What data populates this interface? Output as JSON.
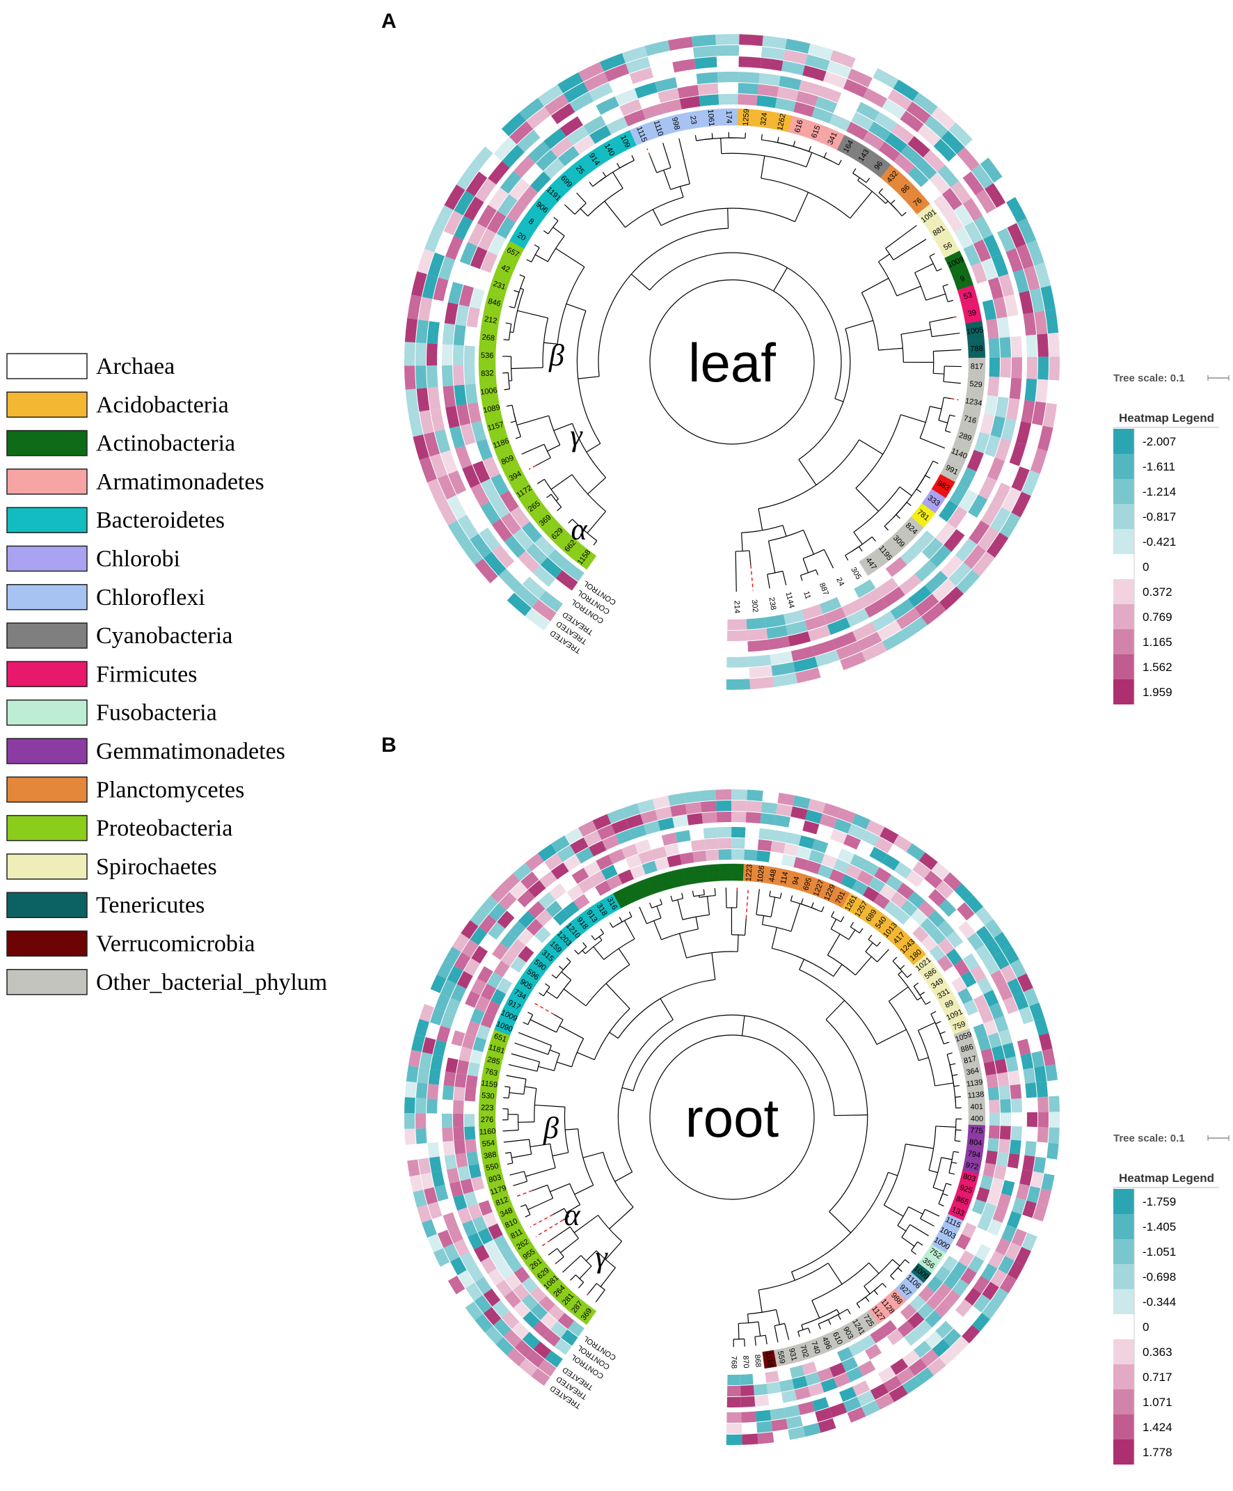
{
  "phylum_legend": [
    {
      "label": "Archaea",
      "color": "#ffffff"
    },
    {
      "label": "Acidobacteria",
      "color": "#f3b732"
    },
    {
      "label": "Actinobacteria",
      "color": "#0e6b17"
    },
    {
      "label": "Armatimonadetes",
      "color": "#f6a4a4"
    },
    {
      "label": "Bacteroidetes",
      "color": "#12bcc1"
    },
    {
      "label": "Chlorobi",
      "color": "#a9a3f2"
    },
    {
      "label": "Chloroflexi",
      "color": "#a7c3f2"
    },
    {
      "label": "Cyanobacteria",
      "color": "#7f7f7f"
    },
    {
      "label": "Firmicutes",
      "color": "#e8186d"
    },
    {
      "label": "Fusobacteria",
      "color": "#bdeed3"
    },
    {
      "label": "Gemmatimonadetes",
      "color": "#8c3ba3"
    },
    {
      "label": "Planctomycetes",
      "color": "#e5873a"
    },
    {
      "label": "Proteobacteria",
      "color": "#8acd1a"
    },
    {
      "label": "Spirochaetes",
      "color": "#efeeb9"
    },
    {
      "label": "Tenericutes",
      "color": "#0c6262"
    },
    {
      "label": "Verrucomicrobia",
      "color": "#6d0303"
    },
    {
      "label": "Other_bacterial_phylum",
      "color": "#c4c4be"
    }
  ],
  "panels": [
    {
      "letter": "A",
      "center_word": "leaf",
      "greek": [
        "β",
        "γ",
        "α"
      ],
      "ring_labels": [
        "TREATED",
        "TREATED",
        "TREATED",
        "CONTROL",
        "CONTROL",
        "CONTROL"
      ],
      "tree_scale": "Tree scale: 0.1",
      "heatmap_legend": {
        "title": "Heatmap Legend",
        "values": [
          "-2.007",
          "-1.611",
          "-1.214",
          "-0.817",
          "-0.421",
          "0",
          "0.372",
          "0.769",
          "1.165",
          "1.562",
          "1.959"
        ]
      },
      "tips": [
        {
          "label": "1158",
          "phylum": "Proteobacteria"
        },
        {
          "label": "662",
          "phylum": "Proteobacteria"
        },
        {
          "label": "629",
          "phylum": "Proteobacteria"
        },
        {
          "label": "369",
          "phylum": "Proteobacteria"
        },
        {
          "label": "265",
          "phylum": "Proteobacteria"
        },
        {
          "label": "1172",
          "phylum": "Proteobacteria"
        },
        {
          "label": "394",
          "phylum": "Proteobacteria"
        },
        {
          "label": "809",
          "phylum": "Proteobacteria"
        },
        {
          "label": "1186",
          "phylum": "Proteobacteria"
        },
        {
          "label": "1157",
          "phylum": "Proteobacteria"
        },
        {
          "label": "1089",
          "phylum": "Proteobacteria"
        },
        {
          "label": "1006",
          "phylum": "Proteobacteria"
        },
        {
          "label": "832",
          "phylum": "Proteobacteria"
        },
        {
          "label": "536",
          "phylum": "Proteobacteria"
        },
        {
          "label": "268",
          "phylum": "Proteobacteria"
        },
        {
          "label": "212",
          "phylum": "Proteobacteria"
        },
        {
          "label": "846",
          "phylum": "Proteobacteria"
        },
        {
          "label": "231",
          "phylum": "Proteobacteria"
        },
        {
          "label": "42",
          "phylum": "Proteobacteria"
        },
        {
          "label": "657",
          "phylum": "Proteobacteria"
        },
        {
          "label": "20",
          "phylum": "Bacteroidetes"
        },
        {
          "label": "8",
          "phylum": "Bacteroidetes"
        },
        {
          "label": "906",
          "phylum": "Bacteroidetes"
        },
        {
          "label": "1191",
          "phylum": "Bacteroidetes"
        },
        {
          "label": "699",
          "phylum": "Bacteroidetes"
        },
        {
          "label": "25",
          "phylum": "Bacteroidetes"
        },
        {
          "label": "914",
          "phylum": "Bacteroidetes"
        },
        {
          "label": "140",
          "phylum": "Bacteroidetes"
        },
        {
          "label": "109",
          "phylum": "Bacteroidetes"
        },
        {
          "label": "1115",
          "phylum": "Chloroflexi"
        },
        {
          "label": "1110",
          "phylum": "Chloroflexi"
        },
        {
          "label": "998",
          "phylum": "Chloroflexi"
        },
        {
          "label": "23",
          "phylum": "Chloroflexi"
        },
        {
          "label": "1061",
          "phylum": "Chloroflexi"
        },
        {
          "label": "174",
          "phylum": "Chloroflexi"
        },
        {
          "label": "1259",
          "phylum": "Acidobacteria"
        },
        {
          "label": "324",
          "phylum": "Acidobacteria"
        },
        {
          "label": "1262",
          "phylum": "Acidobacteria"
        },
        {
          "label": "616",
          "phylum": "Armatimonadetes"
        },
        {
          "label": "615",
          "phylum": "Armatimonadetes"
        },
        {
          "label": "341",
          "phylum": "Armatimonadetes"
        },
        {
          "label": "164",
          "phylum": "Cyanobacteria"
        },
        {
          "label": "143",
          "phylum": "Cyanobacteria"
        },
        {
          "label": "96",
          "phylum": "Cyanobacteria"
        },
        {
          "label": "432",
          "phylum": "Planctomycetes"
        },
        {
          "label": "86",
          "phylum": "Planctomycetes"
        },
        {
          "label": "76",
          "phylum": "Planctomycetes"
        },
        {
          "label": "1091",
          "phylum": "Spirochaetes"
        },
        {
          "label": "881",
          "phylum": "Spirochaetes"
        },
        {
          "label": "56",
          "phylum": "Spirochaetes"
        },
        {
          "label": "1009",
          "phylum": "Actinobacteria"
        },
        {
          "label": "9",
          "phylum": "Actinobacteria"
        },
        {
          "label": "53",
          "phylum": "Firmicutes"
        },
        {
          "label": "39",
          "phylum": "Firmicutes"
        },
        {
          "label": "1005",
          "phylum": "Tenericutes"
        },
        {
          "label": "788",
          "phylum": "Tenericutes"
        },
        {
          "label": "817",
          "phylum": "Other_bacterial_phylum"
        },
        {
          "label": "529",
          "phylum": "Other_bacterial_phylum"
        },
        {
          "label": "1234",
          "phylum": "Other_bacterial_phylum"
        },
        {
          "label": "716",
          "phylum": "Other_bacterial_phylum"
        },
        {
          "label": "289",
          "phylum": "Other_bacterial_phylum"
        },
        {
          "label": "1140",
          "phylum": "Other_bacterial_phylum"
        },
        {
          "label": "991",
          "phylum": "Other_bacterial_phylum"
        },
        {
          "label": "983",
          "phylum": "Red"
        },
        {
          "label": "333",
          "phylum": "Chlorobi"
        },
        {
          "label": "781",
          "phylum": "Yellow"
        },
        {
          "label": "824",
          "phylum": "Other_bacterial_phylum"
        },
        {
          "label": "309",
          "phylum": "Other_bacterial_phylum"
        },
        {
          "label": "1195",
          "phylum": "Other_bacterial_phylum"
        },
        {
          "label": "447",
          "phylum": "Other_bacterial_phylum"
        },
        {
          "label": "305",
          "phylum": "Archaea"
        },
        {
          "label": "24",
          "phylum": "Archaea"
        },
        {
          "label": "887",
          "phylum": "Archaea"
        },
        {
          "label": "11",
          "phylum": "Archaea"
        },
        {
          "label": "1144",
          "phylum": "Archaea"
        },
        {
          "label": "238",
          "phylum": "Archaea"
        },
        {
          "label": "302",
          "phylum": "Archaea"
        },
        {
          "label": "214",
          "phylum": "Archaea"
        }
      ]
    },
    {
      "letter": "B",
      "center_word": "root",
      "greek": [
        "β",
        "α",
        "γ"
      ],
      "ring_labels": [
        "TREATED",
        "TREATED",
        "TREATED",
        "CONTROL",
        "CONTROL",
        "CONTROL"
      ],
      "tree_scale": "Tree scale: 0.1",
      "heatmap_legend": {
        "title": "Heatmap Legend",
        "values": [
          "-1.759",
          "-1.405",
          "-1.051",
          "-0.698",
          "-0.344",
          "0",
          "0.363",
          "0.717",
          "1.071",
          "1.424",
          "1.778"
        ]
      },
      "tips": [
        {
          "label": "369",
          "phylum": "Proteobacteria"
        },
        {
          "label": "287",
          "phylum": "Proteobacteria"
        },
        {
          "label": "281",
          "phylum": "Proteobacteria"
        },
        {
          "label": "264",
          "phylum": "Proteobacteria"
        },
        {
          "label": "1081",
          "phylum": "Proteobacteria"
        },
        {
          "label": "629",
          "phylum": "Proteobacteria"
        },
        {
          "label": "261",
          "phylum": "Proteobacteria"
        },
        {
          "label": "955",
          "phylum": "Proteobacteria"
        },
        {
          "label": "262",
          "phylum": "Proteobacteria"
        },
        {
          "label": "811",
          "phylum": "Proteobacteria"
        },
        {
          "label": "810",
          "phylum": "Proteobacteria"
        },
        {
          "label": "348",
          "phylum": "Proteobacteria"
        },
        {
          "label": "812",
          "phylum": "Proteobacteria"
        },
        {
          "label": "1179",
          "phylum": "Proteobacteria"
        },
        {
          "label": "803",
          "phylum": "Proteobacteria"
        },
        {
          "label": "550",
          "phylum": "Proteobacteria"
        },
        {
          "label": "388",
          "phylum": "Proteobacteria"
        },
        {
          "label": "554",
          "phylum": "Proteobacteria"
        },
        {
          "label": "1160",
          "phylum": "Proteobacteria"
        },
        {
          "label": "276",
          "phylum": "Proteobacteria"
        },
        {
          "label": "223",
          "phylum": "Proteobacteria"
        },
        {
          "label": "530",
          "phylum": "Proteobacteria"
        },
        {
          "label": "1159",
          "phylum": "Proteobacteria"
        },
        {
          "label": "763",
          "phylum": "Proteobacteria"
        },
        {
          "label": "285",
          "phylum": "Proteobacteria"
        },
        {
          "label": "1181",
          "phylum": "Proteobacteria"
        },
        {
          "label": "651",
          "phylum": "Proteobacteria"
        },
        {
          "label": "1090",
          "phylum": "Bacteroidetes"
        },
        {
          "label": "1009",
          "phylum": "Bacteroidetes"
        },
        {
          "label": "917",
          "phylum": "Bacteroidetes"
        },
        {
          "label": "734",
          "phylum": "Bacteroidetes"
        },
        {
          "label": "905",
          "phylum": "Bacteroidetes"
        },
        {
          "label": "596",
          "phylum": "Bacteroidetes"
        },
        {
          "label": "590",
          "phylum": "Bacteroidetes"
        },
        {
          "label": "315",
          "phylum": "Bacteroidetes"
        },
        {
          "label": "159",
          "phylum": "Bacteroidetes"
        },
        {
          "label": "1203",
          "phylum": "Bacteroidetes"
        },
        {
          "label": "1210",
          "phylum": "Bacteroidetes"
        },
        {
          "label": "918",
          "phylum": "Bacteroidetes"
        },
        {
          "label": "913",
          "phylum": "Bacteroidetes"
        },
        {
          "label": "318",
          "phylum": "Bacteroidetes"
        },
        {
          "label": "316",
          "phylum": "Bacteroidetes"
        },
        {
          "label": "",
          "phylum": "Actinobacteria"
        },
        {
          "label": "",
          "phylum": "Actinobacteria"
        },
        {
          "label": "",
          "phylum": "Actinobacteria"
        },
        {
          "label": "",
          "phylum": "Actinobacteria"
        },
        {
          "label": "",
          "phylum": "Actinobacteria"
        },
        {
          "label": "",
          "phylum": "Actinobacteria"
        },
        {
          "label": "",
          "phylum": "Actinobacteria"
        },
        {
          "label": "",
          "phylum": "Actinobacteria"
        },
        {
          "label": "",
          "phylum": "Actinobacteria"
        },
        {
          "label": "",
          "phylum": "Actinobacteria"
        },
        {
          "label": "",
          "phylum": "Actinobacteria"
        },
        {
          "label": "1223",
          "phylum": "Planctomycetes"
        },
        {
          "label": "1026",
          "phylum": "Planctomycetes"
        },
        {
          "label": "448",
          "phylum": "Planctomycetes"
        },
        {
          "label": "114",
          "phylum": "Planctomycetes"
        },
        {
          "label": "94",
          "phylum": "Planctomycetes"
        },
        {
          "label": "695",
          "phylum": "Planctomycetes"
        },
        {
          "label": "1227",
          "phylum": "Planctomycetes"
        },
        {
          "label": "1229",
          "phylum": "Planctomycetes"
        },
        {
          "label": "701",
          "phylum": "Planctomycetes"
        },
        {
          "label": "1261",
          "phylum": "Acidobacteria"
        },
        {
          "label": "1257",
          "phylum": "Acidobacteria"
        },
        {
          "label": "689",
          "phylum": "Acidobacteria"
        },
        {
          "label": "540",
          "phylum": "Acidobacteria"
        },
        {
          "label": "1013",
          "phylum": "Acidobacteria"
        },
        {
          "label": "417",
          "phylum": "Acidobacteria"
        },
        {
          "label": "1243",
          "phylum": "Acidobacteria"
        },
        {
          "label": "180",
          "phylum": "Acidobacteria"
        },
        {
          "label": "1021",
          "phylum": "Spirochaetes"
        },
        {
          "label": "586",
          "phylum": "Spirochaetes"
        },
        {
          "label": "349",
          "phylum": "Spirochaetes"
        },
        {
          "label": "331",
          "phylum": "Spirochaetes"
        },
        {
          "label": "89",
          "phylum": "Spirochaetes"
        },
        {
          "label": "1091",
          "phylum": "Spirochaetes"
        },
        {
          "label": "759",
          "phylum": "Spirochaetes"
        },
        {
          "label": "1059",
          "phylum": "Other_bacterial_phylum"
        },
        {
          "label": "886",
          "phylum": "Other_bacterial_phylum"
        },
        {
          "label": "817",
          "phylum": "Other_bacterial_phylum"
        },
        {
          "label": "364",
          "phylum": "Other_bacterial_phylum"
        },
        {
          "label": "1139",
          "phylum": "Other_bacterial_phylum"
        },
        {
          "label": "1138",
          "phylum": "Other_bacterial_phylum"
        },
        {
          "label": "401",
          "phylum": "Other_bacterial_phylum"
        },
        {
          "label": "400",
          "phylum": "Other_bacterial_phylum"
        },
        {
          "label": "775",
          "phylum": "Gemmatimonadetes"
        },
        {
          "label": "804",
          "phylum": "Gemmatimonadetes"
        },
        {
          "label": "794",
          "phylum": "Gemmatimonadetes"
        },
        {
          "label": "972",
          "phylum": "Gemmatimonadetes"
        },
        {
          "label": "803",
          "phylum": "Firmicutes"
        },
        {
          "label": "925",
          "phylum": "Firmicutes"
        },
        {
          "label": "865",
          "phylum": "Firmicutes"
        },
        {
          "label": "133",
          "phylum": "Firmicutes"
        },
        {
          "label": "1115",
          "phylum": "Chloroflexi"
        },
        {
          "label": "1003",
          "phylum": "Chloroflexi"
        },
        {
          "label": "1000",
          "phylum": "Chloroflexi"
        },
        {
          "label": "752",
          "phylum": "Fusobacteria"
        },
        {
          "label": "356",
          "phylum": "Fusobacteria"
        },
        {
          "label": "1009",
          "phylum": "Tenericutes"
        },
        {
          "label": "1106",
          "phylum": "Chloroflexi"
        },
        {
          "label": "927",
          "phylum": "Chloroflexi"
        },
        {
          "label": "988",
          "phylum": "Armatimonadetes"
        },
        {
          "label": "1128",
          "phylum": "Armatimonadetes"
        },
        {
          "label": "1127",
          "phylum": "Armatimonadetes"
        },
        {
          "label": "725",
          "phylum": "Other_bacterial_phylum"
        },
        {
          "label": "1241",
          "phylum": "Other_bacterial_phylum"
        },
        {
          "label": "903",
          "phylum": "Other_bacterial_phylum"
        },
        {
          "label": "610",
          "phylum": "Other_bacterial_phylum"
        },
        {
          "label": "496",
          "phylum": "Other_bacterial_phylum"
        },
        {
          "label": "740",
          "phylum": "Other_bacterial_phylum"
        },
        {
          "label": "702",
          "phylum": "Other_bacterial_phylum"
        },
        {
          "label": "931",
          "phylum": "Other_bacterial_phylum"
        },
        {
          "label": "559",
          "phylum": "Other_bacterial_phylum"
        },
        {
          "label": "1116",
          "phylum": "Verrucomicrobia"
        },
        {
          "label": "868",
          "phylum": "Archaea"
        },
        {
          "label": "870",
          "phylum": "Archaea"
        },
        {
          "label": "768",
          "phylum": "Archaea"
        }
      ]
    }
  ]
}
